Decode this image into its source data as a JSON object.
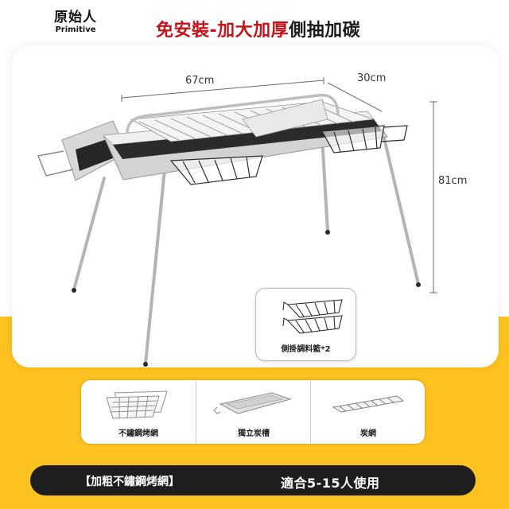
{
  "brand": {
    "name_cn": "原始人",
    "name_en": "Primitive"
  },
  "headline": {
    "red_part": "免安裝-加大加厚",
    "dark_part": "側抽加碳"
  },
  "dimensions": {
    "length": "67cm",
    "width": "30cm",
    "height": "81cm"
  },
  "basket_inset": {
    "caption": "側掛調料籃*2"
  },
  "accessories": [
    {
      "caption": "不鏽鋼烤網"
    },
    {
      "caption": "獨立炭槽"
    },
    {
      "caption": "炭網"
    }
  ],
  "bottom_bar": {
    "left_text": "【加粗不鏽鋼烤網】",
    "right_text": "適合5-15人使用"
  },
  "colors": {
    "headline_red": "#c4141b",
    "accent_yellow": "#fcc320",
    "bar_dark": "#1e1e1e"
  }
}
